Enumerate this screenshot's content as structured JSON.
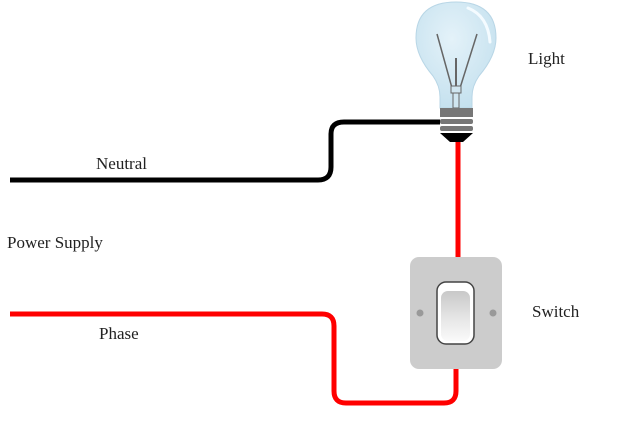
{
  "diagram": {
    "title": "Light switch wiring diagram",
    "labels": {
      "neutral": "Neutral",
      "power_supply": "Power Supply",
      "phase": "Phase",
      "light": "Light",
      "switch": "Switch"
    },
    "colors": {
      "neutral_wire": "#000000",
      "phase_wire": "#ff0000",
      "bulb_glass": "#cfe6f2",
      "bulb_base": "#777777",
      "switch_plate": "#cccccc",
      "switch_rocker": "#eeeeee"
    },
    "components": [
      {
        "id": "power-supply",
        "label": "Power Supply"
      },
      {
        "id": "light-bulb",
        "label": "Light"
      },
      {
        "id": "switch",
        "label": "Switch",
        "state": "off"
      }
    ],
    "wires": [
      {
        "id": "neutral",
        "label": "Neutral",
        "from": "power-supply",
        "to": "light-bulb"
      },
      {
        "id": "phase",
        "label": "Phase",
        "from": "power-supply",
        "to": "switch"
      },
      {
        "id": "switched-live",
        "from": "switch",
        "to": "light-bulb"
      }
    ]
  }
}
